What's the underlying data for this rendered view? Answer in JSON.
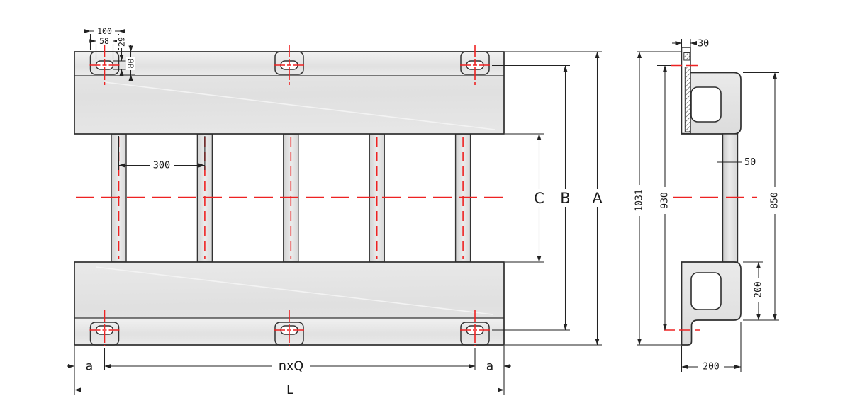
{
  "drawing": {
    "type": "engineering-cad-drawing",
    "plan_view": {
      "dim_pad_width": "100",
      "dim_slot_length": "58",
      "dim_slot_height": "29",
      "dim_pad_height": "80",
      "dim_member_pitch": "300",
      "dim_inner_span": "C",
      "dim_hole_span": "B",
      "dim_overall_width": "A",
      "dim_edge_offset_left": "a",
      "dim_hole_pitch_total": "nxQ",
      "dim_edge_offset_right": "a",
      "dim_overall_length": "L",
      "rail_count": 2,
      "cross_member_count": 5,
      "mounting_hole_count": 6
    },
    "side_view": {
      "dim_plate_thickness": "30",
      "dim_total_height": "1031",
      "dim_hole_centers_height": "930",
      "dim_body_height": "850",
      "dim_web_thickness": "50",
      "dim_rail_section_height": "200",
      "dim_rail_section_width": "200"
    },
    "colors": {
      "outline": "#2e2e2e",
      "dimension_line": "#222222",
      "centerline_red": "#ee2222",
      "fill_body": "#e3e3e3",
      "fill_strip": "#ececec",
      "fill_web": "#d9d9d9",
      "background": "#ffffff"
    }
  }
}
